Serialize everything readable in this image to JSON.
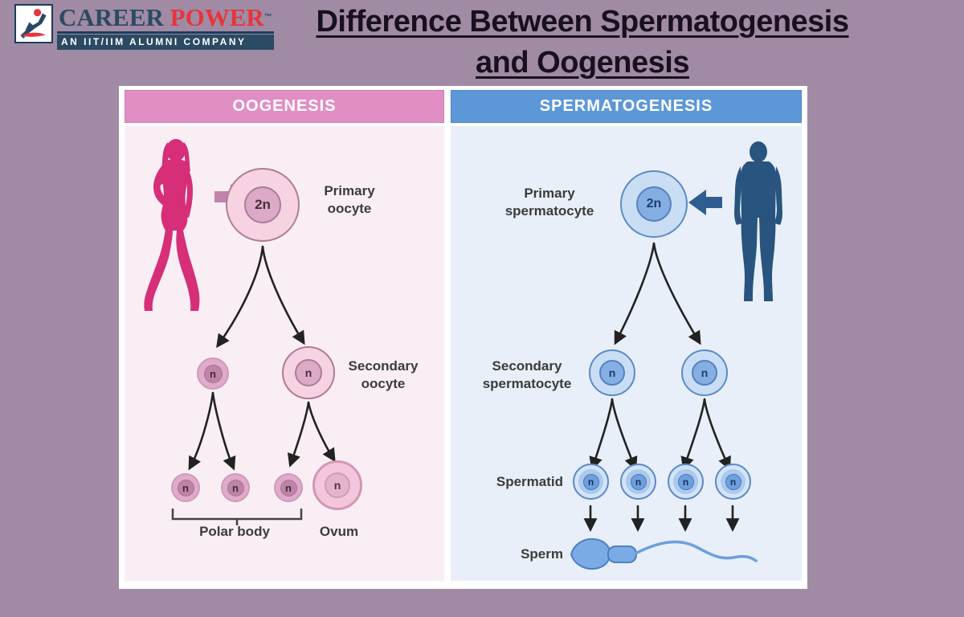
{
  "logo": {
    "brand_primary": "CAREER",
    "brand_secondary": "POWER",
    "trademark": "™",
    "tagline": "AN IIT/IIM ALUMNI COMPANY",
    "brand_navy": "#2b4a63",
    "brand_red": "#e8343c"
  },
  "title": {
    "line1": "Difference Between Spermatogenesis",
    "line2": "and Oogenesis"
  },
  "colors": {
    "page_bg": "#a08aa4",
    "card_bg": "#ffffff",
    "oogenesis_header_bg": "#e18ec4",
    "spermatogenesis_header_bg": "#5c98d8",
    "oogenesis_panel_bg": "#faeef5",
    "spermatogenesis_panel_bg": "#e9eff8",
    "female_silhouette": "#d62e78",
    "male_silhouette": "#28547f",
    "pink_cell": "#f6d2e3",
    "blue_cell": "#c9def5"
  },
  "oogenesis": {
    "header": "OOGENESIS",
    "primary_oocyte": {
      "label_line1": "Primary",
      "label_line2": "oocyte",
      "ploidy": "2n"
    },
    "first_polar_body": {
      "ploidy": "n"
    },
    "secondary_oocyte": {
      "label_line1": "Secondary",
      "label_line2": "oocyte",
      "ploidy": "n"
    },
    "polar_bodies": [
      "n",
      "n",
      "n"
    ],
    "ovum": {
      "ploidy": "n"
    },
    "labels": {
      "polar_body": "Polar body",
      "ovum": "Ovum"
    }
  },
  "spermatogenesis": {
    "header": "SPERMATOGENESIS",
    "primary_spermatocyte": {
      "label_line1": "Primary",
      "label_line2": "spermatocyte",
      "ploidy": "2n"
    },
    "secondary_spermatocyte": {
      "label_line1": "Secondary",
      "label_line2": "spermatocyte"
    },
    "secondary_spermatocytes": [
      "n",
      "n"
    ],
    "spermatid_label": "Spermatid",
    "spermatids": [
      "n",
      "n",
      "n",
      "n"
    ],
    "sperm_label": "Sperm"
  }
}
